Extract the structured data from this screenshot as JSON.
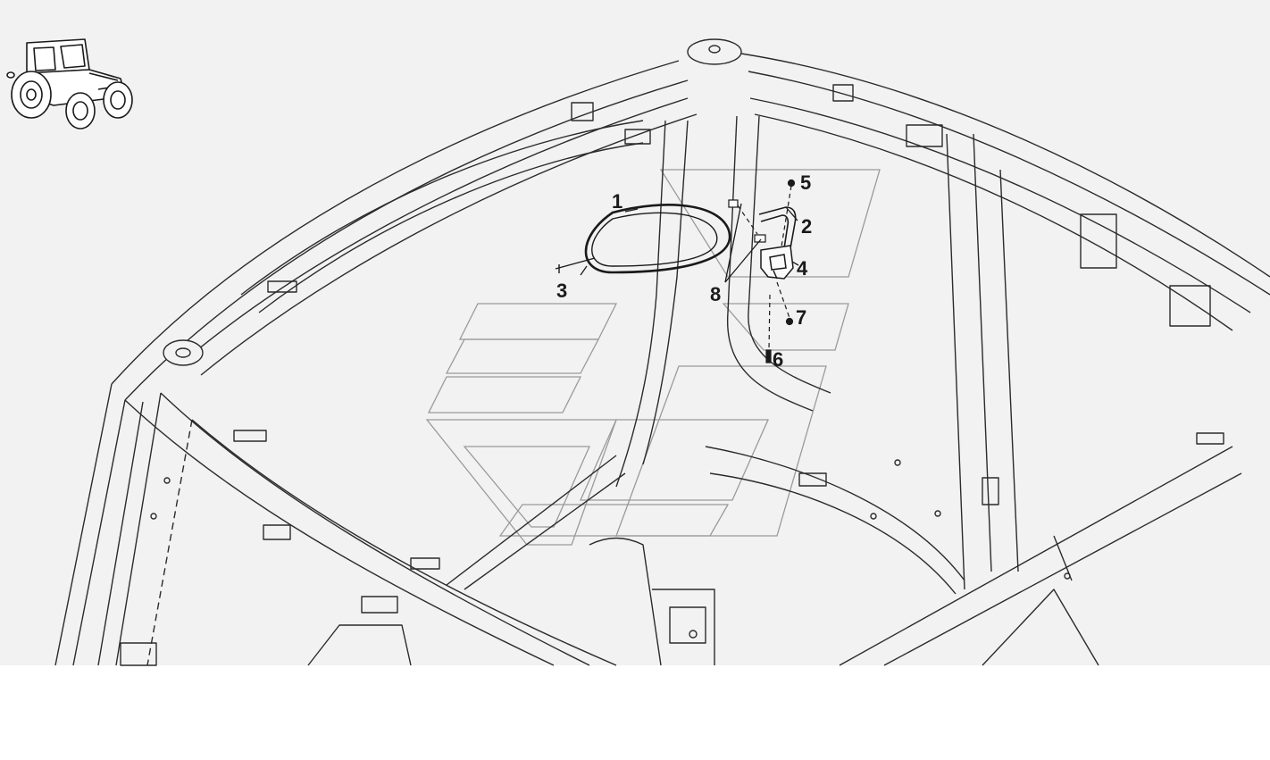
{
  "diagram": {
    "background": "#f2f2f2",
    "line_color": "#2b2b2b",
    "watermark_color": "#9a9a9a",
    "thumbnail_icon": "tractor-icon",
    "callouts": [
      {
        "id": "1",
        "label": "1"
      },
      {
        "id": "2",
        "label": "2"
      },
      {
        "id": "3",
        "label": "3"
      },
      {
        "id": "4",
        "label": "4"
      },
      {
        "id": "5",
        "label": "5"
      },
      {
        "id": "6",
        "label": "6"
      },
      {
        "id": "7",
        "label": "7"
      },
      {
        "id": "8",
        "label": "8"
      }
    ]
  }
}
